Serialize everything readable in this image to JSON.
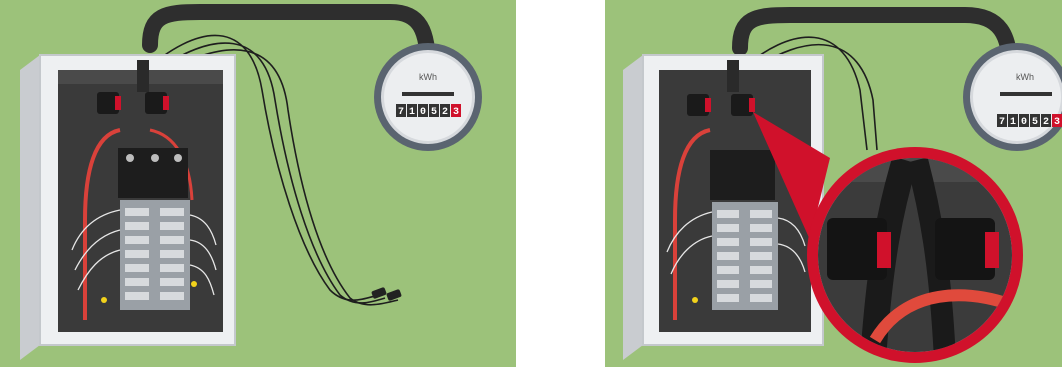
{
  "meter": {
    "unit_label": "kWh",
    "digits": [
      "7",
      "1",
      "0",
      "5",
      "2",
      "3"
    ],
    "highlight_color": "#d0112b"
  },
  "colors": {
    "background": "#9cc27a",
    "accent_red": "#d0112b",
    "cable": "#2e2e2e"
  },
  "icons": [
    "electrical-panel-icon",
    "electric-meter-icon",
    "current-clamp-sensor-icon",
    "magnifier-callout-icon"
  ]
}
